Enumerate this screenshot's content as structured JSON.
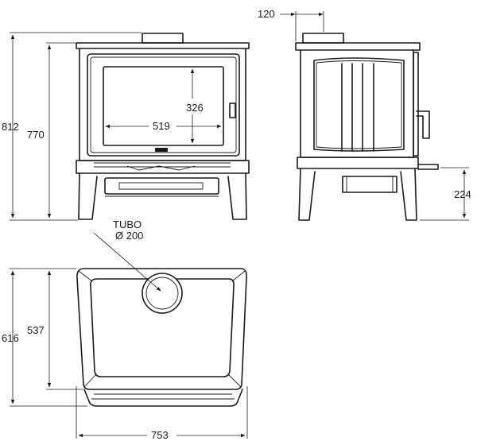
{
  "dimensions": {
    "overall_height": "812",
    "body_height": "770",
    "glass_width": "519",
    "glass_height": "326",
    "flue_offset": "120",
    "side_handle_height": "224",
    "depth_overall": "616",
    "depth_body": "537",
    "width_overall": "753"
  },
  "flue": {
    "label": "TUBO",
    "diameter": "Ø 200"
  },
  "colors": {
    "line": "#1a1a1a",
    "background": "#ffffff"
  }
}
